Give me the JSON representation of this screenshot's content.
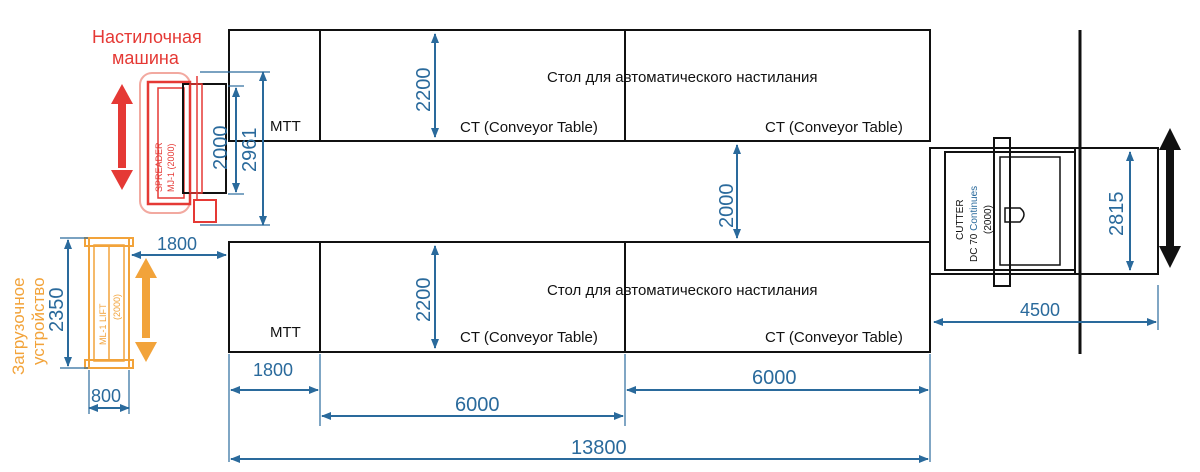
{
  "colors": {
    "dimension": "#2a6a9c",
    "outline": "#111111",
    "spreader": "#e53935",
    "loader": "#f2a33a"
  },
  "spreader": {
    "title_line1": "Настилочная",
    "title_line2": "машина",
    "model_line1": "SPREADER",
    "model_line2": "MJ-1 (2000)"
  },
  "loader": {
    "title_line1": "Загрузочное",
    "title_line2": "устройство",
    "model_line1": "ML-1 LIFT",
    "model_line2": "(2000)"
  },
  "cutter": {
    "line1": "CUTTER",
    "line2": "DC 70 Continues",
    "line3": "(2000)"
  },
  "tables": {
    "mtt_label": "MTT",
    "ct_label": "CT (Conveyor Table)",
    "table_title": "Стол для автоматического настилания"
  },
  "dimensions": {
    "spreader_width": "2000",
    "spreader_span": "2961",
    "spreader_offset": "1800",
    "loader_height": "2350",
    "loader_width": "800",
    "table_height_top": "2200",
    "table_height_bottom": "2200",
    "table_gap": "2000",
    "cutter_height": "2815",
    "cutter_length": "4500",
    "mtt_length": "1800",
    "ct_length_left": "6000",
    "ct_length_right": "6000",
    "total_length": "13800"
  }
}
